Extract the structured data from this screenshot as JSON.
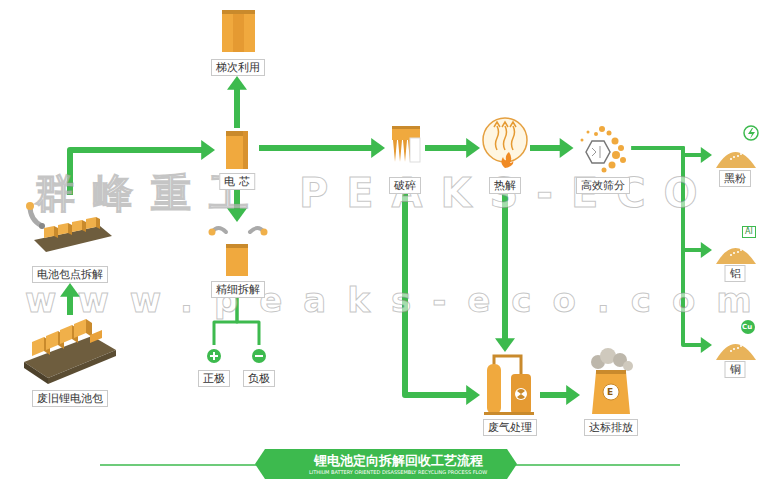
{
  "diagram": {
    "nodes": [
      {
        "text": [
          "废旧锂电池包"
        ]
      },
      {
        "text": [
          "电池包点拆解"
        ]
      },
      {
        "text": [
          "电 芯"
        ]
      },
      {
        "text": [
          "梯次利用"
        ]
      },
      {
        "text": [
          "精细拆解"
        ]
      },
      {
        "text": [
          "正极"
        ]
      },
      {
        "text": [
          "负极"
        ]
      },
      {
        "text": [
          "破碎"
        ]
      },
      {
        "text": [
          "热解"
        ]
      },
      {
        "text": [
          "高效筛分"
        ]
      },
      {
        "text": [
          "黑粉"
        ]
      },
      {
        "text": [
          "铝"
        ]
      },
      {
        "text": [
          "铜"
        ]
      },
      {
        "text": [
          "废气处理"
        ]
      },
      {
        "text": [
          "达标排放"
        ]
      },
      {
        "text": [
          "锂电池定向拆解回收工艺流程",
          "LITHIUM BATTERY ORIENTED DISASSEMBLY RECYCLING PROCESS FLOW"
        ]
      }
    ],
    "edges": [
      {
        "from": 0,
        "to": 1,
        "arrow": "to"
      },
      {
        "from": 1,
        "to": 2,
        "arrow": "to"
      },
      {
        "from": 2,
        "to": 3,
        "arrow": "to"
      },
      {
        "from": 2,
        "to": 4,
        "arrow": "to"
      },
      {
        "from": 4,
        "to": 5,
        "arrow": "none"
      },
      {
        "from": 4,
        "to": 6,
        "arrow": "none"
      },
      {
        "from": 2,
        "to": 7,
        "arrow": "to"
      },
      {
        "from": 7,
        "to": 8,
        "arrow": "to"
      },
      {
        "from": 8,
        "to": 9,
        "arrow": "to"
      },
      {
        "from": 9,
        "to": 10,
        "arrow": "to"
      },
      {
        "from": 9,
        "to": 11,
        "arrow": "to"
      },
      {
        "from": 9,
        "to": 12,
        "arrow": "to"
      },
      {
        "from": 7,
        "to": 13,
        "arrow": "to"
      },
      {
        "from": 8,
        "to": 13,
        "arrow": "to"
      },
      {
        "from": 13,
        "to": 14,
        "arrow": "to"
      }
    ],
    "labels": [
      "群峰重工 PEAKS-ECO",
      "www.peaks-eco.com",
      "Al",
      "Cu",
      "E"
    ]
  }
}
